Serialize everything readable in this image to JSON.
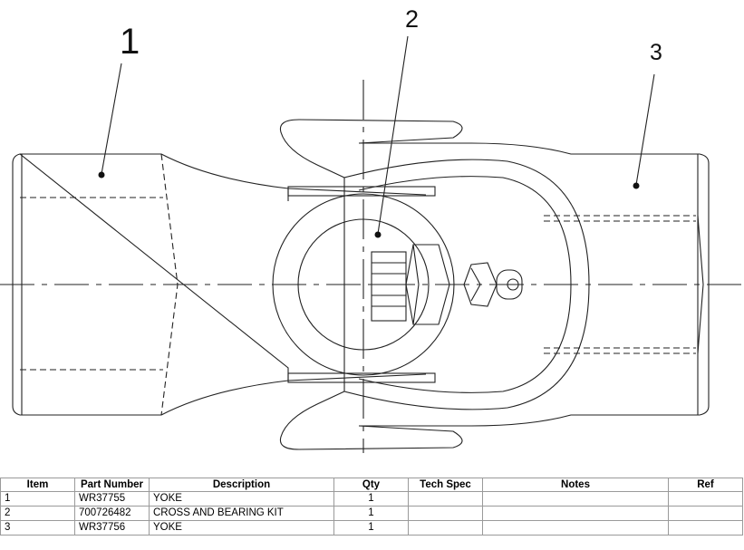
{
  "callouts": {
    "item1": "1",
    "item2": "2",
    "item3": "3"
  },
  "table": {
    "headers": {
      "item": "Item",
      "part_number": "Part Number",
      "description": "Description",
      "qty": "Qty",
      "tech_spec": "Tech Spec",
      "notes": "Notes",
      "ref": "Ref"
    },
    "rows": [
      {
        "item": "1",
        "part_number": "WR37755",
        "description": "YOKE",
        "qty": "1",
        "tech_spec": "",
        "notes": "",
        "ref": ""
      },
      {
        "item": "2",
        "part_number": "700726482",
        "description": "CROSS AND BEARING KIT",
        "qty": "1",
        "tech_spec": "",
        "notes": "",
        "ref": ""
      },
      {
        "item": "3",
        "part_number": "WR37756",
        "description": "YOKE",
        "qty": "1",
        "tech_spec": "",
        "notes": "",
        "ref": ""
      }
    ]
  }
}
